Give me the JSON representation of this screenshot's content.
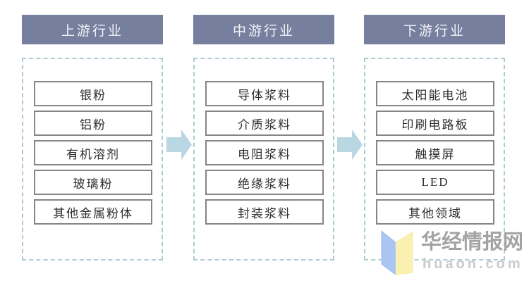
{
  "diagram": {
    "columns": [
      {
        "id": "upstream",
        "header": "上游行业",
        "items": [
          "银粉",
          "铝粉",
          "有机溶剂",
          "玻璃粉",
          "其他金属粉体"
        ]
      },
      {
        "id": "midstream",
        "header": "中游行业",
        "items": [
          "导体浆料",
          "介质浆料",
          "电阻浆料",
          "绝缘浆料",
          "封装浆料"
        ]
      },
      {
        "id": "downstream",
        "header": "下游行业",
        "items": [
          "太阳能电池",
          "印刷电路板",
          "触摸屏",
          "LED",
          "其他领域"
        ]
      }
    ]
  },
  "watermark": {
    "brand": "华经情报网",
    "domain": "huaon.com"
  },
  "colors": {
    "header_bg": "#76809E",
    "header_text": "#F2F3F7",
    "container_dashed_border": "#AACBD2",
    "item_border": "#858585",
    "item_text": "#2E2E2E",
    "arrow_fill": "#B9D6E3",
    "watermark_brand": "#A3A3A3",
    "watermark_domain": "#CBCBCB",
    "logo_blue": "#A9C6F2",
    "logo_yellow": "#FAF0B2"
  }
}
